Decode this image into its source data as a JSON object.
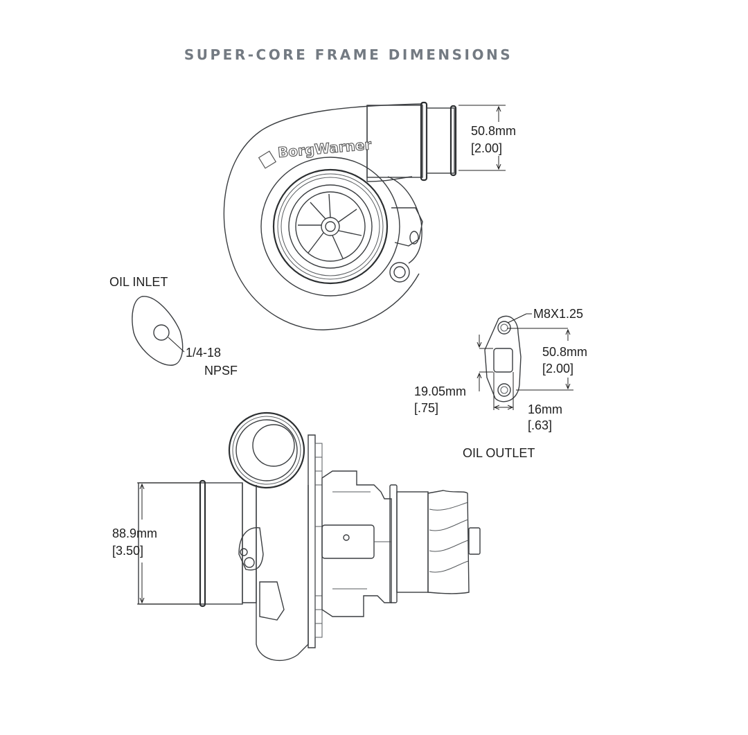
{
  "title": "SUPER-CORE FRAME DIMENSIONS",
  "brand_logo": "BorgWarner",
  "compressor_outlet": {
    "dimension_mm": "50.8mm",
    "dimension_in": "[2.00]"
  },
  "oil_inlet": {
    "label": "OIL INLET",
    "thread_line1": "1/4-18",
    "thread_line2": "NPSF"
  },
  "oil_outlet": {
    "label": "OIL OUTLET",
    "bolt_thread": "M8X1.25",
    "bolt_spacing_mm": "50.8mm",
    "bolt_spacing_in": "[2.00]",
    "port_length_mm": "19.05mm",
    "port_length_in": "[.75]",
    "port_width_mm": "16mm",
    "port_width_in": "[.63]"
  },
  "compressor_inlet": {
    "dimension_mm": "88.9mm",
    "dimension_in": "[3.50]"
  }
}
